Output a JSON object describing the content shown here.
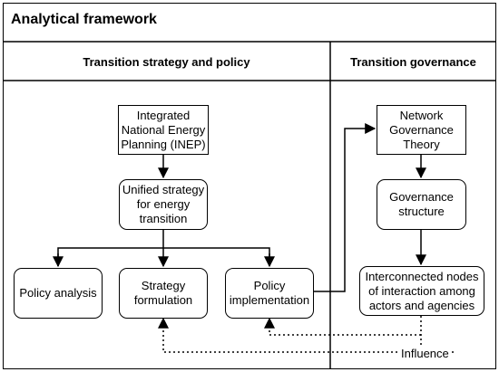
{
  "title": "Analytical framework",
  "columns": {
    "left_header": "Transition strategy and policy",
    "right_header": "Transition governance"
  },
  "nodes": {
    "inep": "Integrated\nNational Energy\nPlanning (INEP)",
    "unified": "Unified strategy\nfor energy\ntransition",
    "policy_analysis": "Policy analysis",
    "strategy_formulation": "Strategy\nformulation",
    "policy_implementation": "Policy\nimplementation",
    "network_governance": "Network\nGovernance\nTheory",
    "governance_structure": "Governance\nstructure",
    "interconnected": "Interconnected nodes\nof interaction among\nactors and agencies"
  },
  "influence_label": "Influence"
}
